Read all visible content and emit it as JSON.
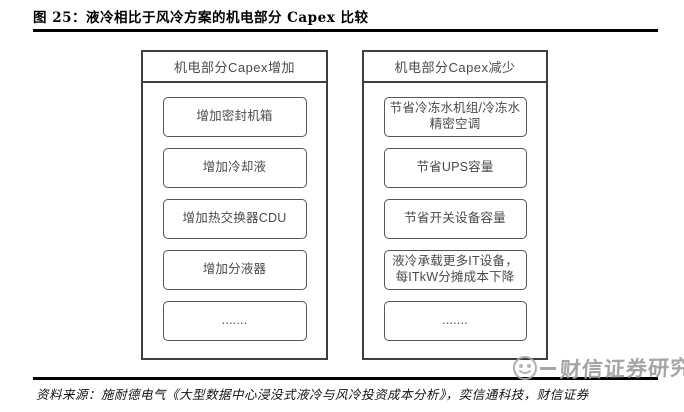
{
  "title": "图 25：液冷相比于风冷方案的机电部分 Capex 比较",
  "diagram": {
    "left_panel": {
      "header": "机电部分Capex增加",
      "items": [
        "增加密封机箱",
        "增加冷却液",
        "增加热交换器CDU",
        "增加分液器",
        "......."
      ]
    },
    "right_panel": {
      "header": "机电部分Capex减少",
      "items": [
        "节省冷冻水机组/冷冻水\n精密空调",
        "节省UPS容量",
        "节省开关设备容量",
        "液冷承载更多IT设备，\n每ITkW分摊成本下降",
        "......."
      ]
    }
  },
  "footer": {
    "source": "资料来源：施耐德电气《大型数据中心浸没式液冷与风冷投资成本分析》，奕信通科技，财信证券",
    "watermark": "财信证券研究"
  },
  "colors": {
    "panel_border": "#3f3f3f",
    "item_border": "#565656",
    "diagram_text": "#4a4a4a",
    "title_text": "#000000",
    "rule": "#000000",
    "watermark": "#9e9e9e"
  }
}
